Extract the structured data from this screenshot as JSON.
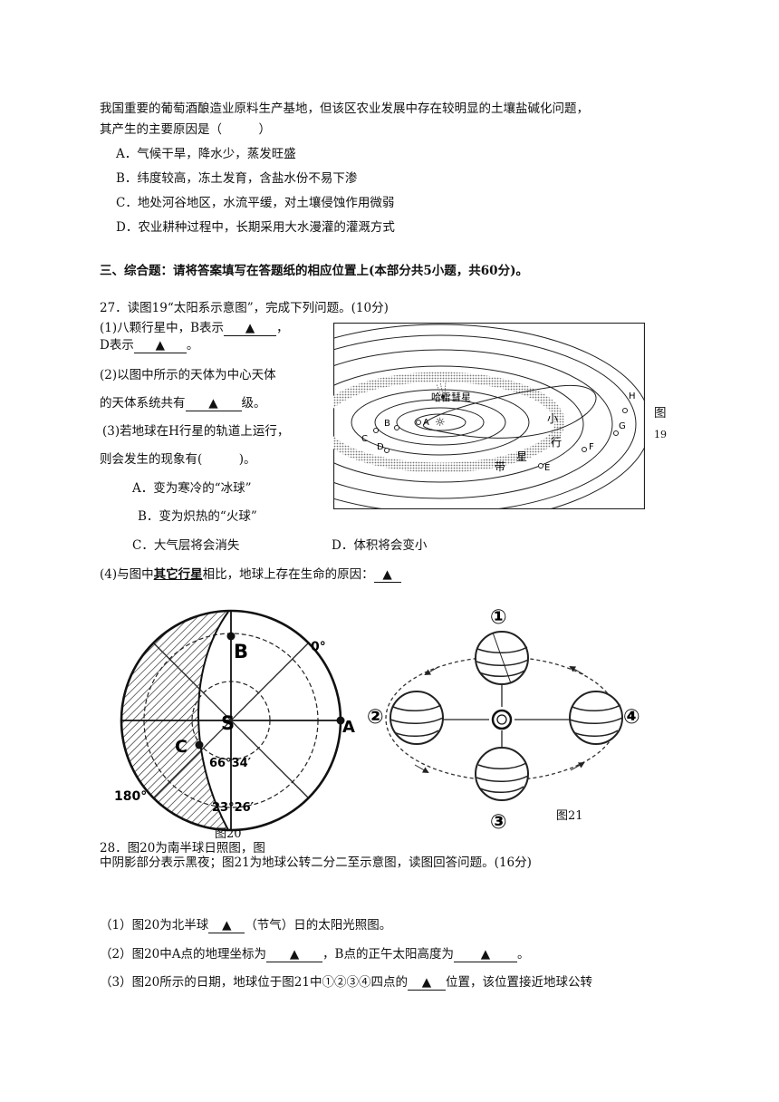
{
  "q26": {
    "stem1": "我国重要的葡萄酒酿造业原料生产基地，但该区农业发展中存在较明显的土壤盐碱化问题，",
    "stem2": "其产生的主要原因是（　　　）",
    "opts": [
      "A．气候干旱，降水少，蒸发旺盛",
      "B．纬度较高，冻土发育，含盐水份不易下渗",
      "C．地处河谷地区，水流平缓，对土壤侵蚀作用微弱",
      "D．农业耕种过程中，长期采用大水漫灌的灌溉方式"
    ]
  },
  "section3": "三、综合题：请将答案填写在答题纸的相应位置上(本部分共5小题，共60分)。",
  "q27": {
    "title": "27．读图19“太阳系示意图”，完成下列问题。(10分)",
    "s1a": "(1)八颗行星中，B表示",
    "s1b": "，",
    "s1c": "D表示",
    "s1d": "。",
    "s2a": "(2)以图中所示的天体为中心天体",
    "s2b": "的天体系统共有",
    "s2c": "级。",
    "s3a": "(3)若地球在H行星的轨道上运行，",
    "s3b": "则会发生的现象有(　　　)。",
    "optA": "A．变为寒冷的“冰球”",
    "optB": "B．变为炽热的“火球”",
    "optC": "C．大气层将会消失",
    "optD": "D．体积将会变小",
    "s4a": "(4)与图中",
    "s4b": "其它行星",
    "s4c": "相比，地球上存在生命的原因：",
    "blank": "▲",
    "fig": {
      "cap1": "图",
      "cap2": "19",
      "comet": "哈雷彗星",
      "belt": [
        "小",
        "行",
        "星",
        "带"
      ],
      "letters": [
        "A",
        "B",
        "C",
        "D",
        "E",
        "F",
        "G",
        "H"
      ],
      "sun": "☼"
    }
  },
  "fig20": {
    "B": "B",
    "A": "A",
    "S": "S",
    "C": "C",
    "deg0": "0°",
    "deg180": "180°",
    "lat1": "66°34′",
    "lat2": "23°26′",
    "cap": "图20"
  },
  "fig21": {
    "p1": "①",
    "p2": "②",
    "p3": "③",
    "p4": "④",
    "cap": "图21"
  },
  "q28": {
    "l1": "28．图20为南半球日照图，图",
    "l2": "中阴影部分表示黑夜；图21为地球公转二分二至示意图，读图回答问题。(16分)",
    "a1a": "（1）图20为北半球",
    "a1b": "（节气）日的太阳光照图。",
    "a2a": "（2）图20中A点的地理坐标为",
    "a2b": "，B点的正午太阳高度为",
    "a2c": "。",
    "a3a": "（3）图20所示的日期，地球位于图21中①②③④四点的",
    "a3b": "位置，该位置接近地球公转"
  }
}
